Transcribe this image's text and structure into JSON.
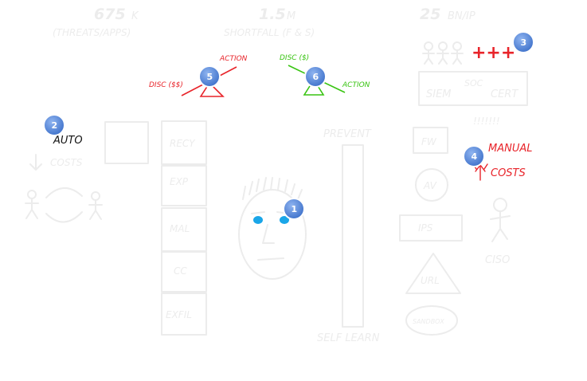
{
  "stats": {
    "threats": {
      "value": "675",
      "unit": "K",
      "label": "(THREATS/APPS)"
    },
    "shortfall": {
      "value": "1.5",
      "unit": "M",
      "label": "SHORTFALL (F & S)"
    },
    "events": {
      "value": "25",
      "unit": "BN/IP"
    }
  },
  "callouts": {
    "action_left": "ACTION",
    "disc_left": "DISC ($$)",
    "disc_right": "DISC ($)",
    "action_right": "ACTION",
    "plus_marks": "+++",
    "auto": "AUTO",
    "costs_left": "COSTS",
    "manual": "MANUAL",
    "costs_right": "COSTS"
  },
  "pipeline": [
    "RECY",
    "EXP",
    "MAL",
    "CC",
    "EXFIL"
  ],
  "prevent_bar": {
    "top_label": "PREVENT",
    "bottom_label": "SELF LEARN"
  },
  "soc": {
    "siem": "SIEM",
    "soc": "SOC",
    "cert": "CERT",
    "marks": "!!!!!!!"
  },
  "controls": [
    "FW",
    "AV",
    "IPS",
    "URL",
    "SANDBOX"
  ],
  "ciso_label": "CISO",
  "badges": [
    "1",
    "2",
    "3",
    "4",
    "5",
    "6"
  ],
  "colors": {
    "alert_red": "#e8242a",
    "ok_green": "#39c412",
    "faint_gray": "#ececec",
    "badge_blue": "#4a7fd6",
    "eye_cyan": "#1aa6e8"
  }
}
